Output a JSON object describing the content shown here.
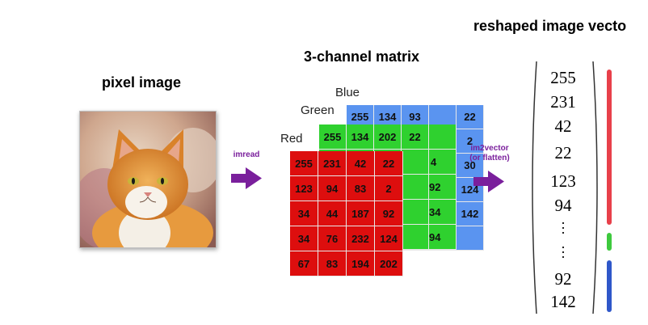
{
  "titles": {
    "pixel_image": "pixel image",
    "matrix": "3-channel matrix",
    "vector": "reshaped image vecto"
  },
  "channel_labels": {
    "blue": "Blue",
    "green": "Green",
    "red": "Red"
  },
  "arrows": {
    "imread": "imread",
    "im2vector_line1": "im2vector",
    "im2vector_line2": "(or flatten)"
  },
  "blue_matrix": {
    "color": "#5a94f0",
    "row0": [
      "255",
      "134",
      "93",
      "",
      "22"
    ],
    "col4": [
      "2",
      "30",
      "124",
      "142"
    ]
  },
  "green_matrix": {
    "color": "#2fd12f",
    "row0": [
      "255",
      "134",
      "202",
      "22"
    ],
    "col4_partial": [
      "4",
      "92",
      "34",
      "94"
    ]
  },
  "red_matrix": {
    "color": "#dd0e0e",
    "rows": [
      [
        "255",
        "231",
        "42",
        "22"
      ],
      [
        "123",
        "94",
        "83",
        "2"
      ],
      [
        "34",
        "44",
        "187",
        "92"
      ],
      [
        "34",
        "76",
        "232",
        "124"
      ],
      [
        "67",
        "83",
        "194",
        "202"
      ]
    ]
  },
  "vector": {
    "values_top": [
      "255",
      "231",
      "42",
      "22",
      "123",
      "94"
    ],
    "values_bottom": [
      "92",
      "142"
    ],
    "bar_colors": {
      "red": "#e8404a",
      "green": "#3ec93e",
      "blue": "#2f57c9"
    }
  },
  "colors": {
    "arrow": "#7a1f9c"
  }
}
